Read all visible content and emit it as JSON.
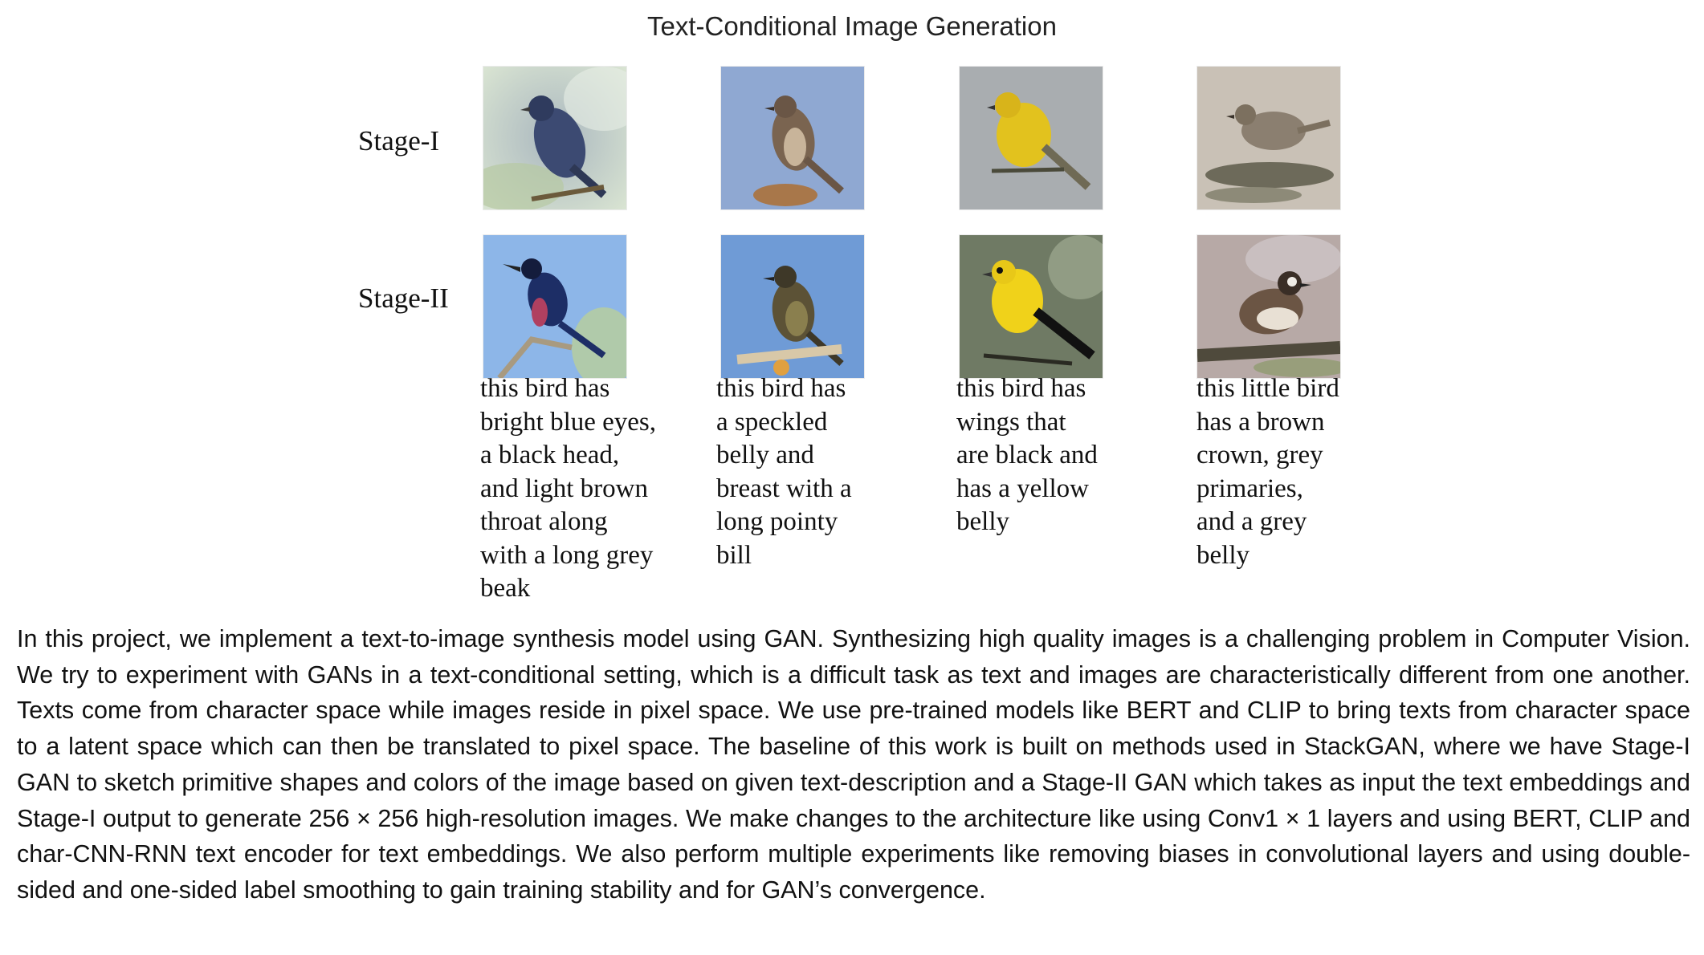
{
  "figure": {
    "title": "Text-Conditional Image Generation",
    "stage1_label": "Stage-I",
    "stage2_label": "Stage-II",
    "columns": [
      {
        "caption": "this bird has\nbright blue eyes,\na black head,\nand light brown\nthroat along\nwith a long grey\nbeak"
      },
      {
        "caption": "this bird has\na speckled\nbelly and\nbreast with a\nlong pointy\nbill"
      },
      {
        "caption": "this bird has\nwings that\nare black and\nhas a yellow\nbelly"
      },
      {
        "caption": "this little bird\nhas a brown\ncrown, grey\nprimaries,\nand a grey\nbelly"
      }
    ],
    "colors": {
      "bg_blue_grey": "#8c9bb0",
      "sky_blue": "#7aa2d6",
      "yellow_bird": "#e8c81c",
      "brown_bird": "#8b7a66"
    }
  },
  "abstract": {
    "text": "In this project, we implement a text-to-image synthesis model using GAN. Synthesizing high quality images is a challenging problem in Computer Vision. We try to experiment with GANs in a text-conditional setting, which is a difficult task as text and images are characteristically different from one another. Texts come from character space while images reside in pixel space. We use pre-trained models like BERT and CLIP to bring texts from character space to a latent space which can then be translated to pixel space. The baseline of this work is built on methods used in StackGAN, where we have Stage-I GAN to sketch primitive shapes and colors of the image based on given text-description and a Stage-II GAN which takes as input the text embeddings and Stage-I output to generate 256 × 256 high-resolution images. We make changes to the architecture like using Conv1 × 1 layers and using BERT, CLIP and char-CNN-RNN text encoder for text embeddings. We also perform multiple experiments like removing biases in convolutional layers and using double-sided and one-sided label smoothing to gain training stability and for GAN’s convergence."
  }
}
